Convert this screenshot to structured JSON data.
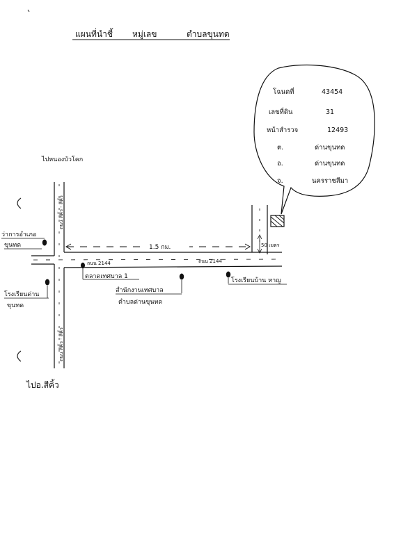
{
  "title": {
    "part1": "แผนที่นำชี้",
    "part2": "หมู่เลข",
    "part3": "ตำบลขุนทด"
  },
  "top_left_label": "ไปหนองบัวโคก",
  "bottom_left_label": "ไปอ.สีคิ้ว",
  "distance_label": "1.5 กม.",
  "distance_small": "50 เมตร",
  "roads": {
    "vertical_upper": "ถนน สีคิ้ว - สีคิ้ว",
    "vertical_lower": "ถนน สีคิ้ว - สีคิ้ว",
    "horizontal_a": "ถนน 2144",
    "horizontal_b": "ถนน 2144"
  },
  "places": {
    "district_office_l1": "ว่าการอำเภอ",
    "district_office_l2": "ขุนทด",
    "house_l1": "โรงเรียนด่าน",
    "house_l2": "ขุนทด",
    "market": "ตลาดเทศบาล 1",
    "municipal_l1": "สำนักงานเทศบาล",
    "municipal_l2": "ตำบลด่านขุนทด",
    "school": "โรงเรียนบ้าน หาญ"
  },
  "bubble": [
    {
      "label": "โฉนดที่",
      "value": "43454"
    },
    {
      "label": "เลขที่ดิน",
      "value": "31"
    },
    {
      "label": "หน้าสำรวจ",
      "value": "12493"
    },
    {
      "label": "ต.",
      "value": "ด่านขุนทด"
    },
    {
      "label": "อ.",
      "value": "ด่านขุนทด"
    },
    {
      "label": "จ.",
      "value": "นครราชสีมา"
    }
  ]
}
